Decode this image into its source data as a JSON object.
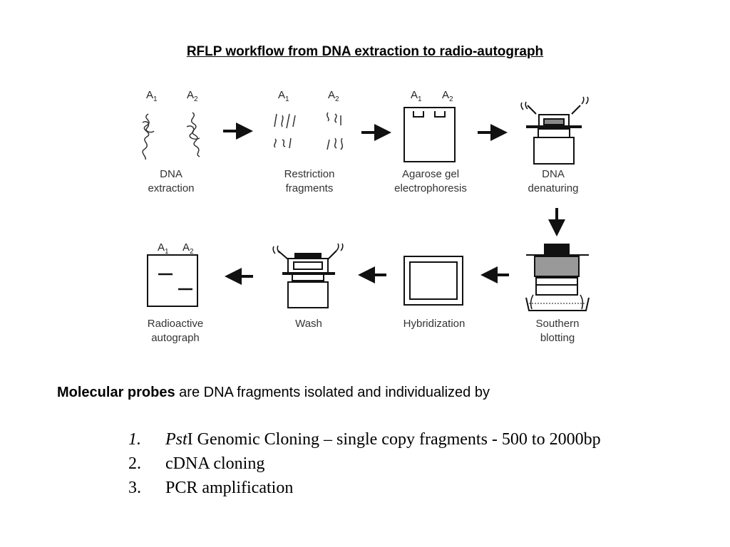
{
  "title": "RFLP workflow from DNA extraction to radio-autograph",
  "alleles": {
    "a1": "A",
    "a1_sub": "1",
    "a2": "A",
    "a2_sub": "2"
  },
  "steps": [
    {
      "id": "dna-extraction",
      "line1": "DNA",
      "line2": "extraction"
    },
    {
      "id": "restriction-fragments",
      "line1": "Restriction",
      "line2": "fragments"
    },
    {
      "id": "agarose-gel",
      "line1": "Agarose gel",
      "line2": "electrophoresis"
    },
    {
      "id": "dna-denaturing",
      "line1": "DNA",
      "line2": "denaturing"
    },
    {
      "id": "southern-blotting",
      "line1": "Southern",
      "line2": "blotting"
    },
    {
      "id": "hybridization",
      "line1": "Hybridization",
      "line2": ""
    },
    {
      "id": "wash",
      "line1": "Wash",
      "line2": ""
    },
    {
      "id": "radioactive-autograph",
      "line1": "Radioactive",
      "line2": "autograph"
    }
  ],
  "intro": {
    "bold": "Molecular probes",
    "rest": " are DNA fragments isolated and individualized by"
  },
  "methods": [
    {
      "num": "1.",
      "italic": "Pst",
      "text": "I Genomic Cloning – single copy fragments - 500 to 2000bp"
    },
    {
      "num": "2.",
      "italic": "",
      "text": "cDNA cloning"
    },
    {
      "num": "3.",
      "italic": "",
      "text": "PCR amplification"
    }
  ]
}
